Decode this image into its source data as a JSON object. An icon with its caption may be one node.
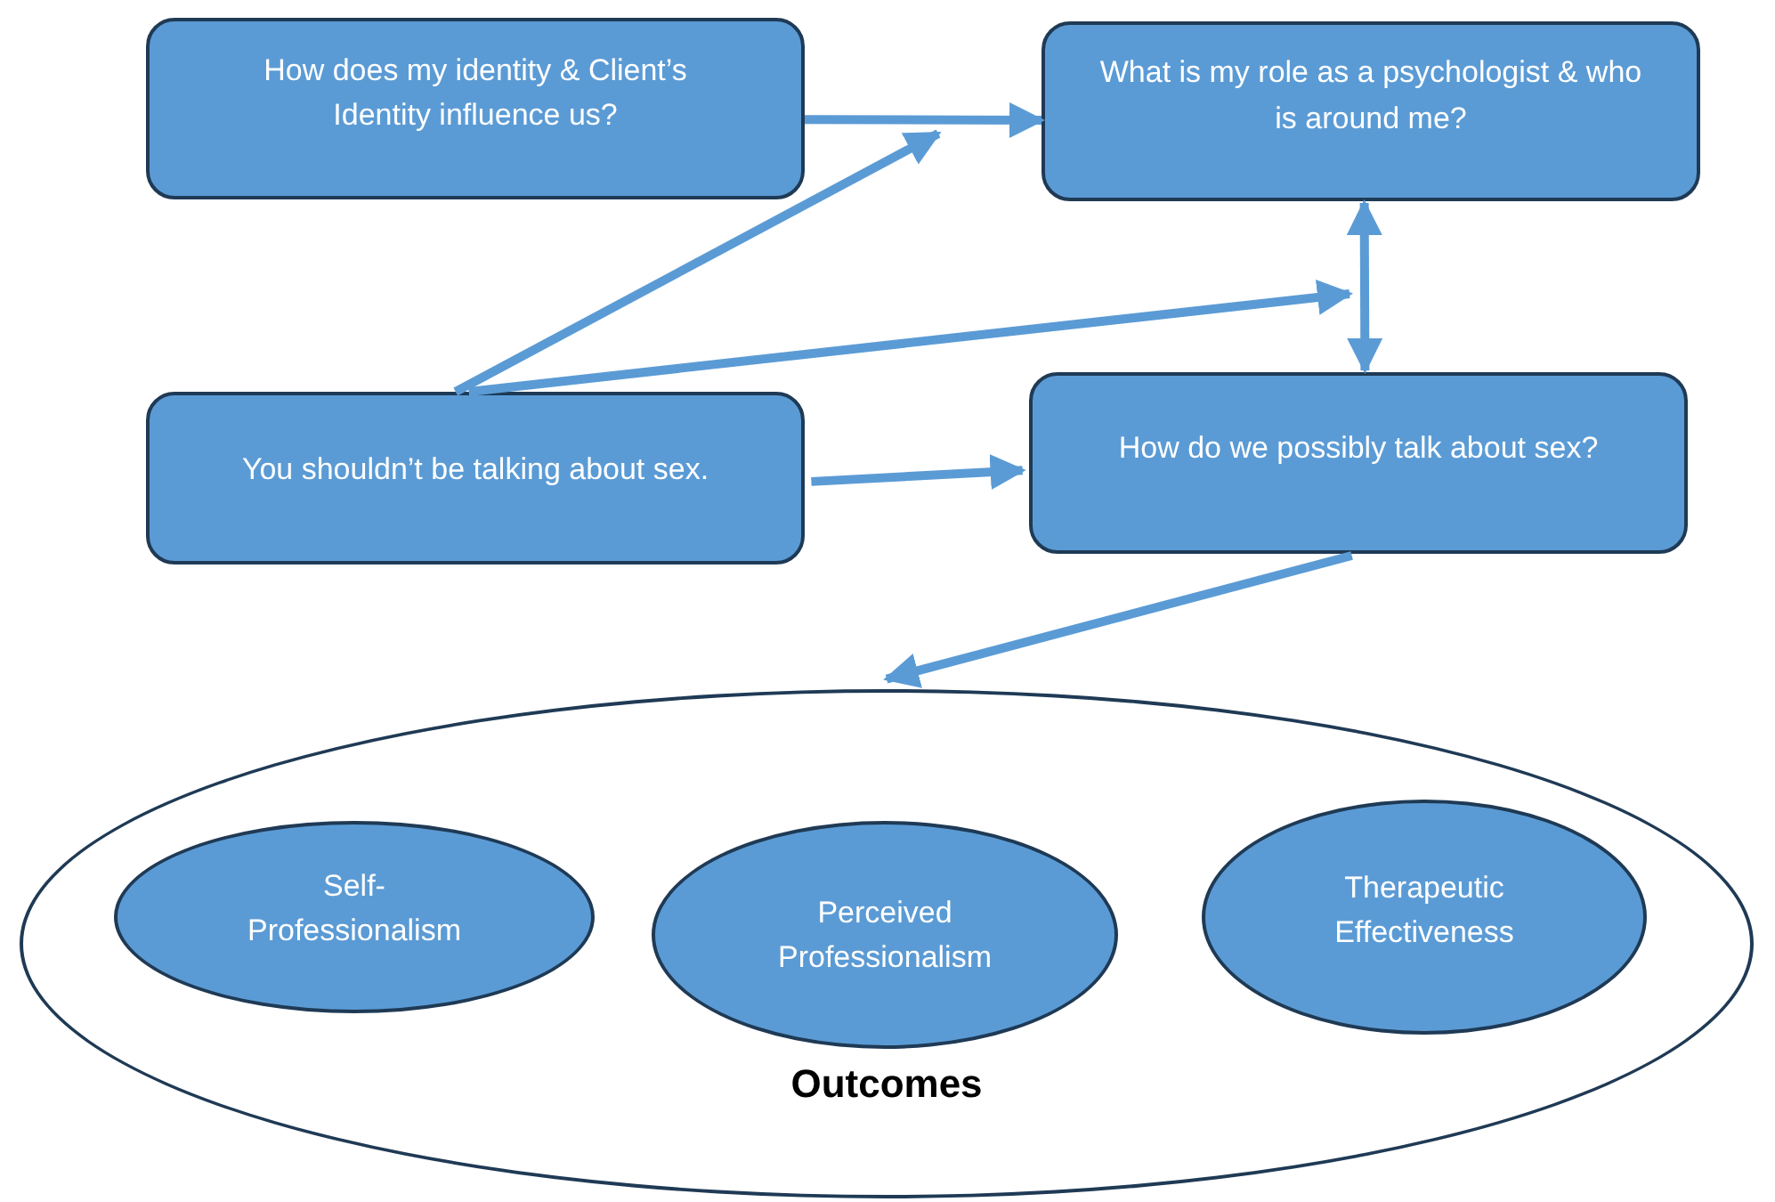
{
  "diagram": {
    "nodes": [
      {
        "text": [
          "How does my identity & Client’s Identity influence us?"
        ]
      },
      {
        "text": [
          "What is my role as a psychologist & who is around me?"
        ]
      },
      {
        "text": [
          "You shouldn’t be talking about sex."
        ]
      },
      {
        "text": [
          "How do we possibly talk about sex?"
        ]
      },
      {
        "text": [
          "Outcomes"
        ]
      },
      {
        "text": [
          "Self-Professionalism"
        ],
        "in": 4
      },
      {
        "text": [
          "Perceived Professionalism"
        ],
        "in": 4
      },
      {
        "text": [
          "Therapeutic Effectiveness"
        ],
        "in": 4
      }
    ],
    "edges": [
      {
        "from": 0,
        "to": 1,
        "arrow": "to"
      },
      {
        "from": 2,
        "to": null,
        "arrow": "to"
      },
      {
        "from": 2,
        "to": null,
        "arrow": "to"
      },
      {
        "from": 2,
        "to": 3,
        "arrow": "to"
      },
      {
        "from": 1,
        "to": 3,
        "arrow": "both"
      },
      {
        "from": 3,
        "to": 4,
        "arrow": "to"
      }
    ]
  }
}
